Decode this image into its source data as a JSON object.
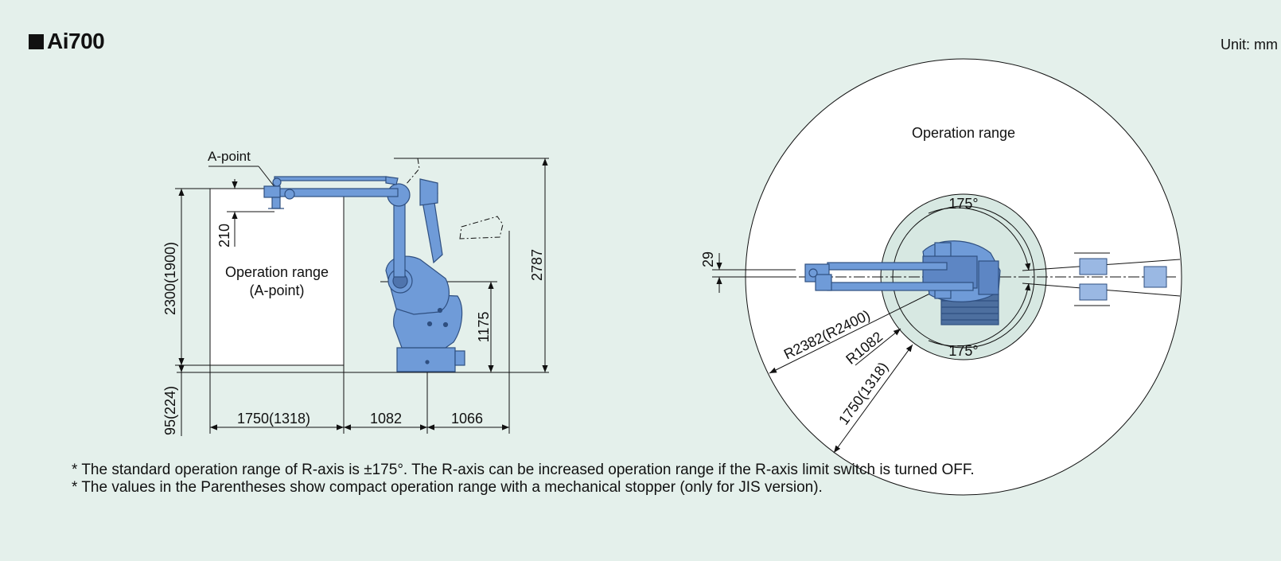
{
  "header": {
    "model_name": "Ai700",
    "unit_label": "Unit: mm"
  },
  "side_view": {
    "a_point_label": "A-point",
    "range_label_line1": "Operation range",
    "range_label_line2": "(A-point)",
    "dim_a_point_offset": "210",
    "dim_range_height": "2300(1900)",
    "dim_base_offset": "95(224)",
    "dim_range_width": "1750(1318)",
    "dim_inner_reach": "1082",
    "dim_rear_reach": "1066",
    "dim_shoulder_height": "1175",
    "dim_total_height": "2787"
  },
  "top_view": {
    "range_label": "Operation range",
    "angle_top": "175°",
    "angle_bottom": "175°",
    "dim_offset": "29",
    "dim_outer_radius": "R2382(R2400)",
    "dim_inner_radius": "R1082",
    "dim_range_width": "1750(1318)"
  },
  "notes": [
    "* The standard operation range of R-axis is ±175°. The R-axis can be increased operation range if the R-axis limit switch is turned OFF.",
    "* The values in the Parentheses show compact operation range with a mechanical stopper (only for JIS version)."
  ],
  "colors": {
    "background": "#e4f0eb",
    "robot_body": "#6f9bd8",
    "robot_outline": "#2f4f80",
    "range_fill": "#ffffff",
    "inner_range_fill": "#d7e8e2"
  }
}
